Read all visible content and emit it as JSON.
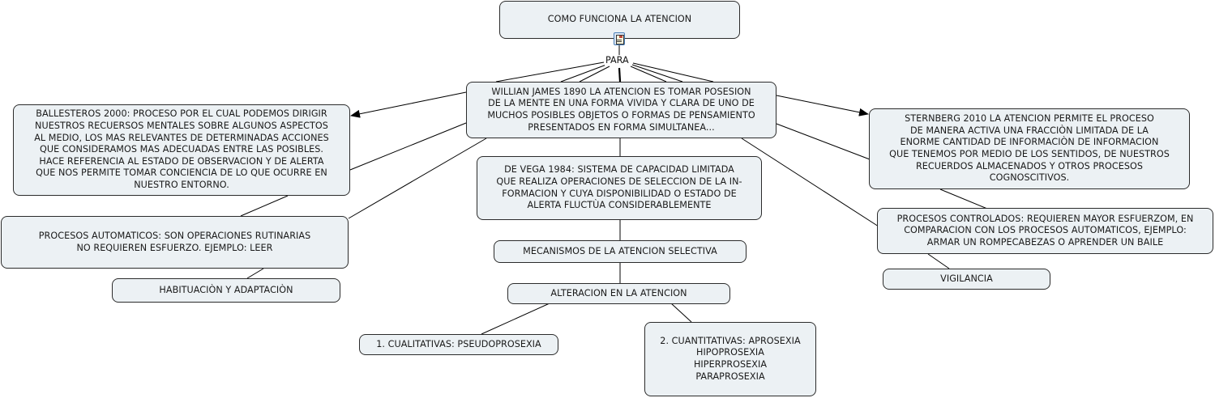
{
  "map": {
    "root": {
      "text": "COMO FUNCIONA LA ATENCION",
      "icon": "document-resource-icon"
    },
    "linking_phrase": "PARA",
    "nodes": {
      "james": "WILLIAN JAMES 1890  LA ATENCION ES TOMAR POSESION\nDE LA MENTE EN UNA FORMA VIVIDA Y CLARA DE UNO DE\nMUCHOS POSIBLES OBJETOS O FORMAS DE PENSAMIENTO\nPRESENTADOS EN FORMA SIMULTANEA...",
      "ballesteros": "BALLESTEROS 2000: PROCESO POR EL CUAL PODEMOS DIRIGIR\nNUESTROS RECUERSOS MENTALES SOBRE ALGUNOS ASPECTOS\nAL MEDIO, LOS MAS RELEVANTES DE DETERMINADAS ACCIONES\nQUE CONSIDERAMOS MAS ADECUADAS ENTRE LAS POSIBLES.\nHACE REFERENCIA AL ESTADO DE OBSERVACION Y DE ALERTA\nQUE NOS PERMITE TOMAR CONCIENCIA DE LO QUE OCURRE EN\nNUESTRO ENTORNO.",
      "sternberg": "STERNBERG 2010 LA ATENCION PERMITE EL PROCESO\nDE MANERA ACTIVA UNA FRACCIÒN LIMITADA DE LA\nENORME CANTIDAD DE INFORMACIÒN DE INFORMACION\nQUE TENEMOS POR MEDIO DE LOS SENTIDOS, DE NUESTROS\nRECUERDOS ALMACENADOS Y OTROS PROCESOS\nCOGNOSCITIVOS.",
      "devega": "DE VEGA 1984: SISTEMA DE CAPACIDAD LIMITADA\nQUE REALIZA OPERACIONES DE SELECCION DE LA IN-\nFORMACION Y CUYA DISPONIBILIDAD O ESTADO DE\nALERTA FLUCTÙA CONSIDERABLEMENTE",
      "automaticos": "PROCESOS AUTOMATICOS: SON OPERACIONES RUTINARIAS\nNO REQUIEREN ESFUERZO. EJEMPLO: LEER",
      "habituacion": "HABITUACIÒN Y ADAPTACIÒN",
      "controlados": "PROCESOS CONTROLADOS: REQUIEREN MAYOR ESFUERZOM, EN\nCOMPARACION CON LOS PROCESOS AUTOMATICOS, EJEMPLO:\nARMAR UN ROMPECABEZAS O APRENDER UN BAILE",
      "vigilancia": "VIGILANCIA",
      "mecanismos": "MECANISMOS DE LA ATENCION SELECTIVA",
      "alteracion": "ALTERACION EN LA ATENCION",
      "cualitativas": "1. CUALITATIVAS: PSEUDOPROSEXIA",
      "cuantitativas": "2. CUANTITATIVAS: APROSEXIA\nHIPOPROSEXIA\nHIPERPROSEXIA\nPARAPROSEXIA"
    },
    "colors": {
      "node_fill": "#ecf1f4",
      "node_border": "#2b2b2b",
      "link": "#000000"
    }
  }
}
